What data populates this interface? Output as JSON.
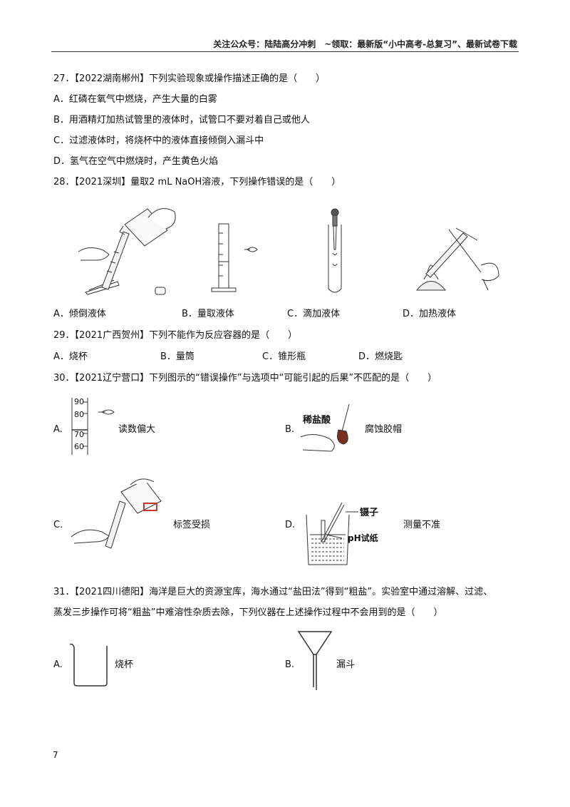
{
  "header": {
    "text": "关注公众号：陆陆高分冲刺　~领取：最新版“小中高考-总复习”、最新试卷下载"
  },
  "questions": {
    "q27": {
      "stem": "27．【2022湖南郴州】下列实验现象或操作描述正确的是（　　）",
      "options": [
        "A．红磷在氧气中燃烧，产生大量的白雾",
        "B．用酒精灯加热试管里的液体时，试管口不要对着自己或他人",
        "C．过滤液体时，将烧杯中的液体直接倾倒入漏斗中",
        "D．氢气在空气中燃烧时，产生黄色火焰"
      ]
    },
    "q28": {
      "stem": "28．【2021深圳】量取2 mL NaOH溶液，下列操作错误的是（　　）",
      "options": [
        "A．倾倒液体",
        "B．量取液体",
        "C．滴加液体",
        "D．加热液体"
      ]
    },
    "q29": {
      "stem": "29．【2021广西贺州】下列不能作为反应容器的是（　　）",
      "options": [
        "A．烧杯",
        "B．量筒",
        "C．锥形瓶",
        "D．燃烧匙"
      ]
    },
    "q30": {
      "stem": "30．【2021辽宁营口】下列图示的“错误操作”与选项中“可能引起的后果”不匹配的是（　　）",
      "options": [
        {
          "letter": "A.",
          "caption": "读数偏大",
          "figure_labels": [
            "90",
            "80",
            "70",
            "60"
          ]
        },
        {
          "letter": "B.",
          "caption": "腐蚀胶帽",
          "figure_labels": [
            "稀盐酸"
          ]
        },
        {
          "letter": "C.",
          "caption": "标签受损",
          "figure_labels": []
        },
        {
          "letter": "D.",
          "caption": "测量不准",
          "figure_labels": [
            "镊子",
            "pH试纸"
          ]
        }
      ]
    },
    "q31": {
      "stem_line1": "31．【2021四川德阳】海洋是巨大的资源宝库，海水通过“盐田法”得到“粗盐”。实验室中通过溶解、过滤、",
      "stem_line2": "蒸发三步操作可将“粗盐”中难溶性杂质去除，下列仪器在上述操作过程中不会用到的是（　　）",
      "options": [
        {
          "letter": "A.",
          "caption": "烧杯"
        },
        {
          "letter": "B.",
          "caption": "漏斗"
        }
      ]
    }
  },
  "page_number": "7",
  "colors": {
    "label_box": "#c0392b"
  }
}
